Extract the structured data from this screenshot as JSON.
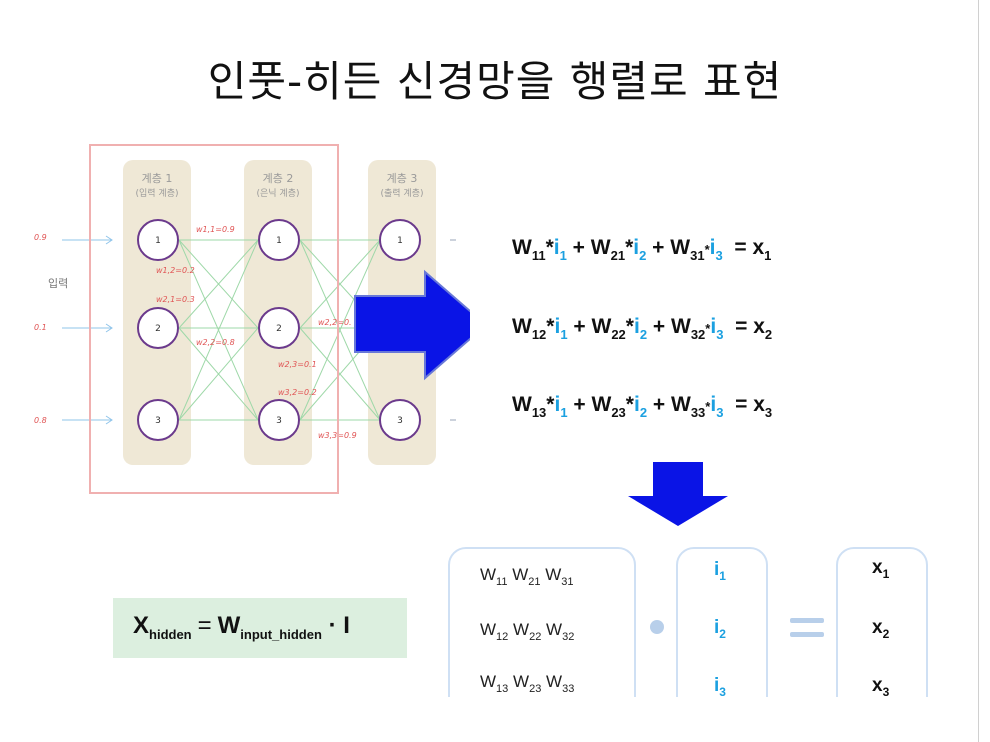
{
  "title": "인풋-히든 신경망을 행렬로 표현",
  "diagram": {
    "layers": [
      {
        "name": "계층 1",
        "sub": "(입력 계층)"
      },
      {
        "name": "계층 2",
        "sub": "(은닉 계층)"
      },
      {
        "name": "계층 3",
        "sub": "(출력 계층)"
      }
    ],
    "input_label": "입력",
    "inputs": [
      "0.9",
      "0.1",
      "0.8"
    ],
    "nodes": [
      "1",
      "2",
      "3"
    ],
    "weights_12": [
      "w1,1=0.9",
      "w1,2=0.2",
      "w2,1=0.3",
      "w2,2=0.8"
    ],
    "weights_23": [
      "w2,2=0.",
      "w2,3=0.1",
      "w3,2=0.2",
      "w3,3=0.9"
    ]
  },
  "equations": [
    {
      "w": [
        "11",
        "21",
        "31"
      ],
      "i": [
        "1",
        "2",
        "3"
      ],
      "x": "1"
    },
    {
      "w": [
        "12",
        "22",
        "32"
      ],
      "i": [
        "1",
        "2",
        "3"
      ],
      "x": "2"
    },
    {
      "w": [
        "13",
        "23",
        "33"
      ],
      "i": [
        "1",
        "2",
        "3"
      ],
      "x": "3"
    }
  ],
  "formula": {
    "x": "X",
    "x_sub": "hidden",
    "w": "W",
    "w_sub": "input_hidden",
    "dot": "·",
    "i": "I",
    "eq": "="
  },
  "matrix": {
    "rows": [
      [
        "11",
        "21",
        "31"
      ],
      [
        "12",
        "22",
        "32"
      ],
      [
        "13",
        "23",
        "33"
      ]
    ],
    "vector_i": [
      "1",
      "2",
      "3"
    ],
    "vector_x": [
      "1",
      "2",
      "3"
    ]
  },
  "colors": {
    "arrow": "#0a14e6",
    "accent": "#1ba0e0",
    "box": "#dcefdf",
    "bracket": "#cfe0f4"
  }
}
